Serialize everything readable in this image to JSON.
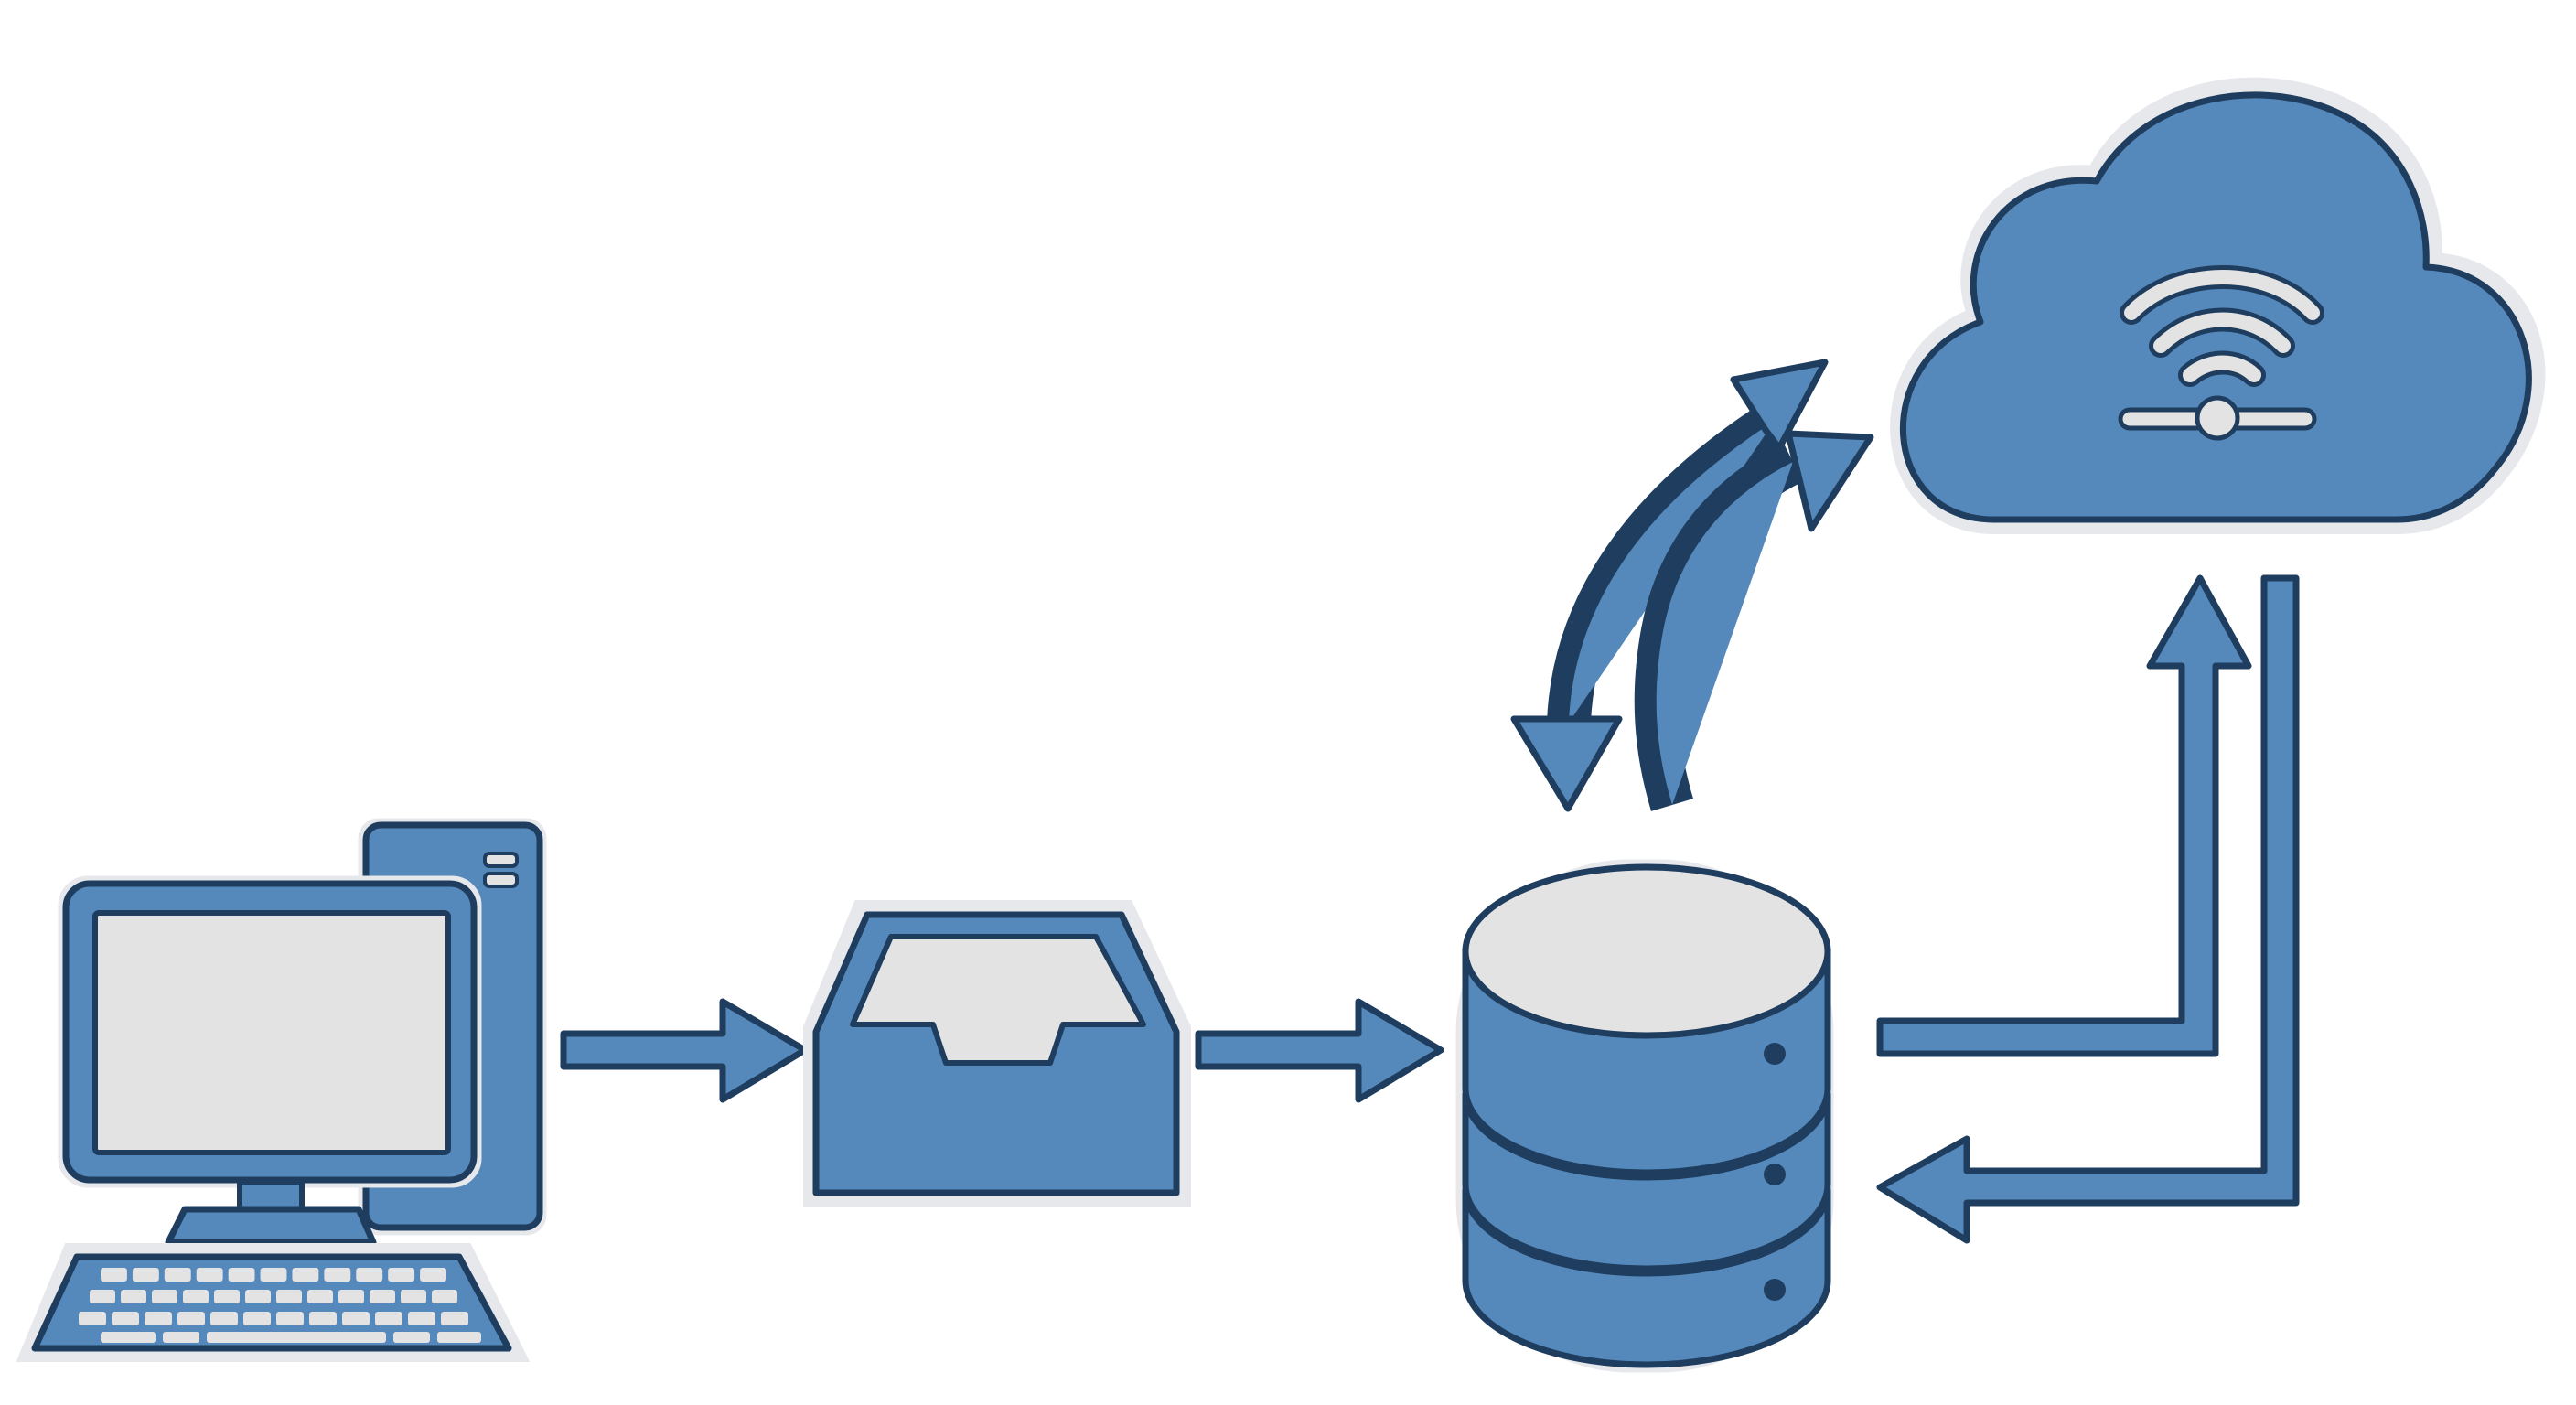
{
  "diagram": {
    "type": "data-flow",
    "colors": {
      "fill": "#5589bb",
      "outline": "#1f3d5e",
      "light": "#e3e3e3",
      "halo": "#e6e8ec",
      "background": "#ffffff"
    },
    "nodes": [
      {
        "id": "computer",
        "icon": "desktop-computer-icon"
      },
      {
        "id": "inbox",
        "icon": "inbox-tray-icon"
      },
      {
        "id": "database",
        "icon": "database-icon"
      },
      {
        "id": "cloud",
        "icon": "cloud-wifi-icon"
      }
    ],
    "edges": [
      {
        "from": "computer",
        "to": "inbox",
        "style": "straight"
      },
      {
        "from": "inbox",
        "to": "database",
        "style": "straight"
      },
      {
        "from": "cloud",
        "to": "database",
        "style": "curved"
      },
      {
        "from": "database",
        "to": "cloud",
        "style": "curved"
      },
      {
        "from": "database",
        "to": "cloud",
        "style": "elbow"
      },
      {
        "from": "cloud",
        "to": "database",
        "style": "elbow"
      }
    ]
  }
}
